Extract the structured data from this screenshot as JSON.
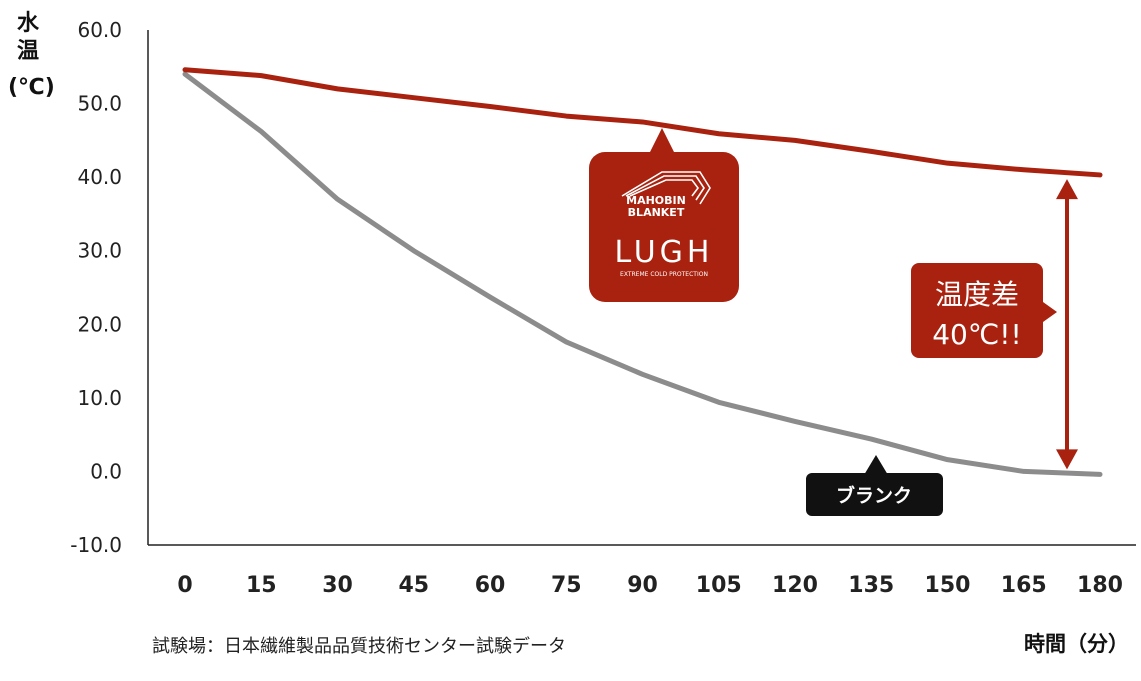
{
  "chart_data": {
    "type": "line",
    "x": [
      0,
      15,
      30,
      45,
      60,
      75,
      90,
      105,
      120,
      135,
      150,
      165,
      180
    ],
    "xlabel": "時間（分）",
    "ylabel_lines": [
      "水",
      "温",
      "(℃)"
    ],
    "ylim": [
      -10.0,
      60.0
    ],
    "yticks": [
      "60.0",
      "50.0",
      "40.0",
      "30.0",
      "20.0",
      "10.0",
      "0.0",
      "-10.0"
    ],
    "xticks": [
      "0",
      "15",
      "30",
      "45",
      "60",
      "75",
      "90",
      "105",
      "120",
      "135",
      "150",
      "165",
      "180"
    ],
    "grid": false,
    "series": [
      {
        "name": "LUGH",
        "color": "#a8220f",
        "values": [
          54.6,
          53.8,
          52.0,
          50.8,
          49.6,
          48.3,
          47.5,
          45.9,
          45.0,
          43.5,
          41.9,
          41.0,
          40.3
        ]
      },
      {
        "name": "ブランク",
        "color": "#8c8c8c",
        "values": [
          54.0,
          46.2,
          37.0,
          30.0,
          23.7,
          17.6,
          13.2,
          9.4,
          6.8,
          4.4,
          1.6,
          0.0,
          -0.4
        ]
      }
    ],
    "annotations": {
      "difference": {
        "line1": "温度差",
        "line2": "40℃!!",
        "color": "#a8220f"
      },
      "logo": {
        "line1": "MAHOBIN",
        "line2": "BLANKET",
        "brand": "LUGH",
        "tagline": "EXTREME COLD PROTECTION"
      },
      "blank_label": "ブランク"
    },
    "footnote": "試験場：日本繊維製品品質技術センター試験データ"
  }
}
